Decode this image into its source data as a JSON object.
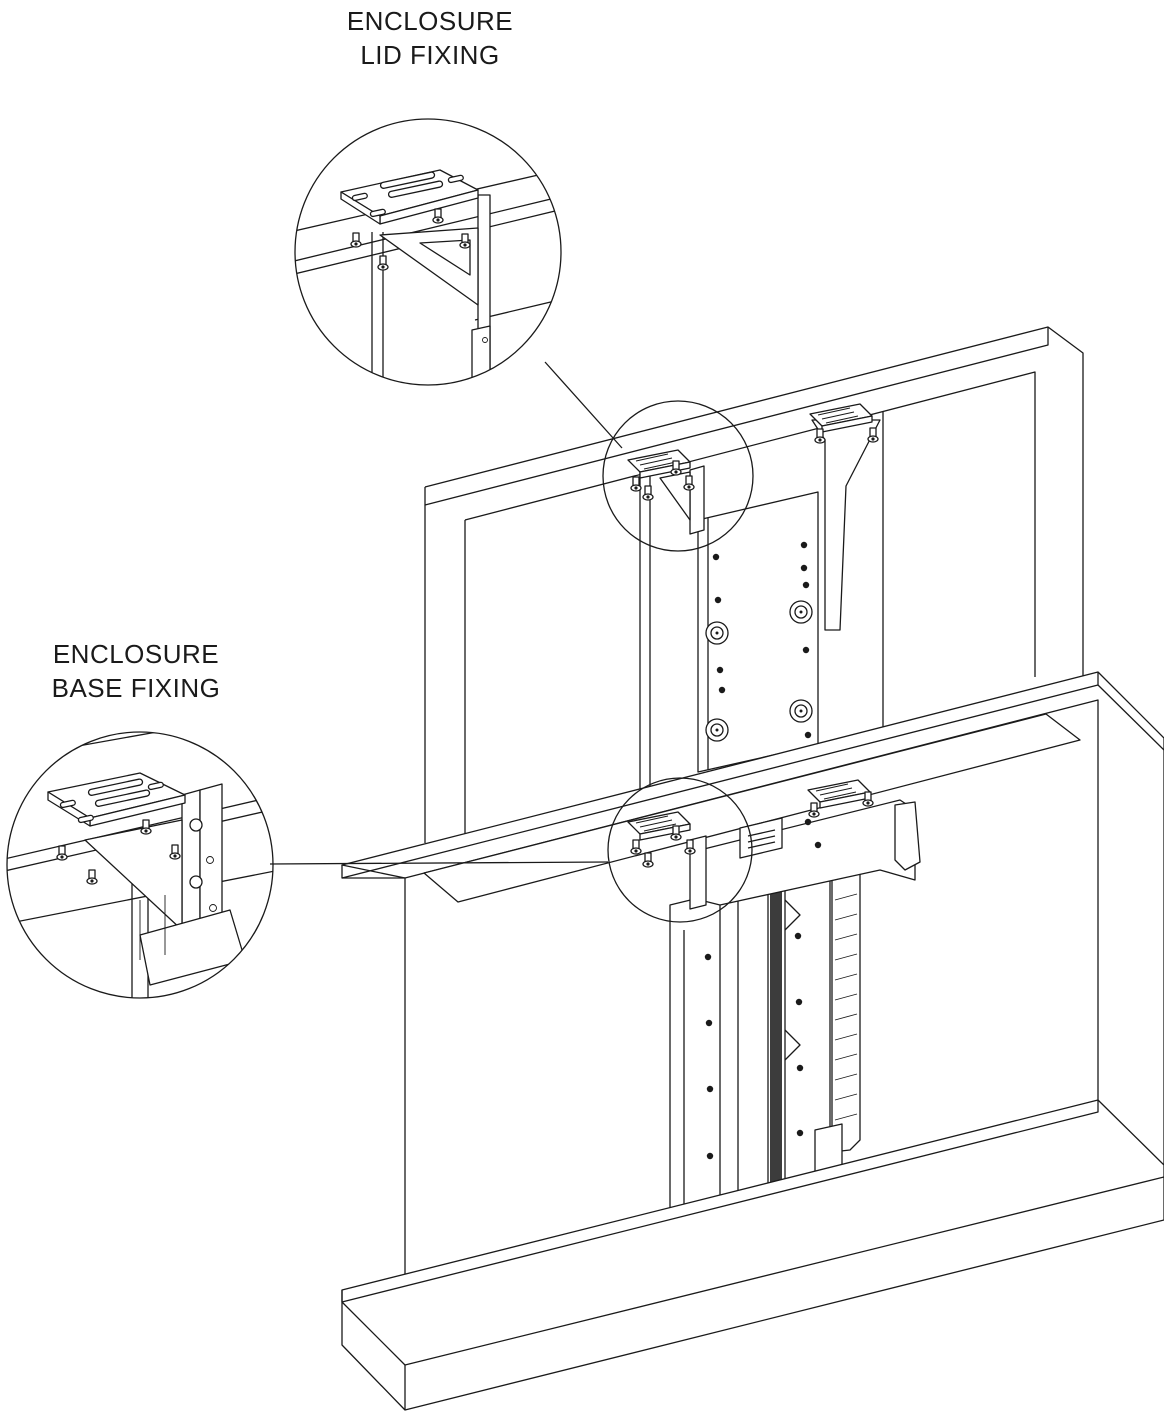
{
  "labels": {
    "lid_fixing": [
      "ENCLOSURE",
      "LID FIXING"
    ],
    "base_fixing": [
      "ENCLOSURE",
      "BASE FIXING"
    ]
  },
  "colors": {
    "line": "#1a1a1a",
    "background": "#ffffff"
  }
}
